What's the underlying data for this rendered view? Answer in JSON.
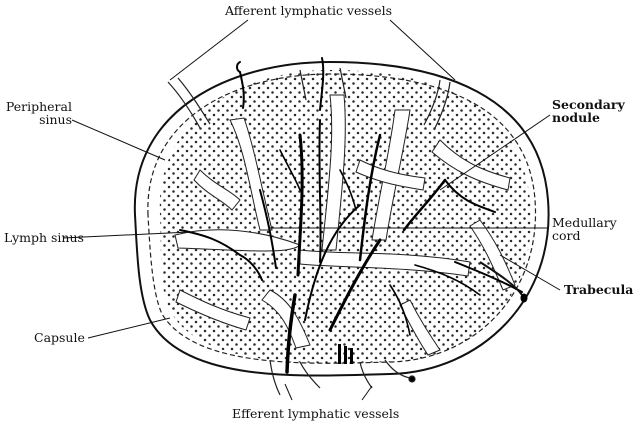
{
  "figure": {
    "labels": {
      "afferent": "Afferent lymphatic vessels",
      "peripheral_1": "Peripheral",
      "peripheral_2": "sinus",
      "secondary_1": "Secondary",
      "secondary_2": "nodule",
      "medullary_1": "Medullary",
      "medullary_2": "cord",
      "lymph_sinus": "Lymph sinus",
      "trabecula": "Trabecula",
      "capsule": "Capsule",
      "efferent": "Efferent lymphatic vessels"
    }
  }
}
